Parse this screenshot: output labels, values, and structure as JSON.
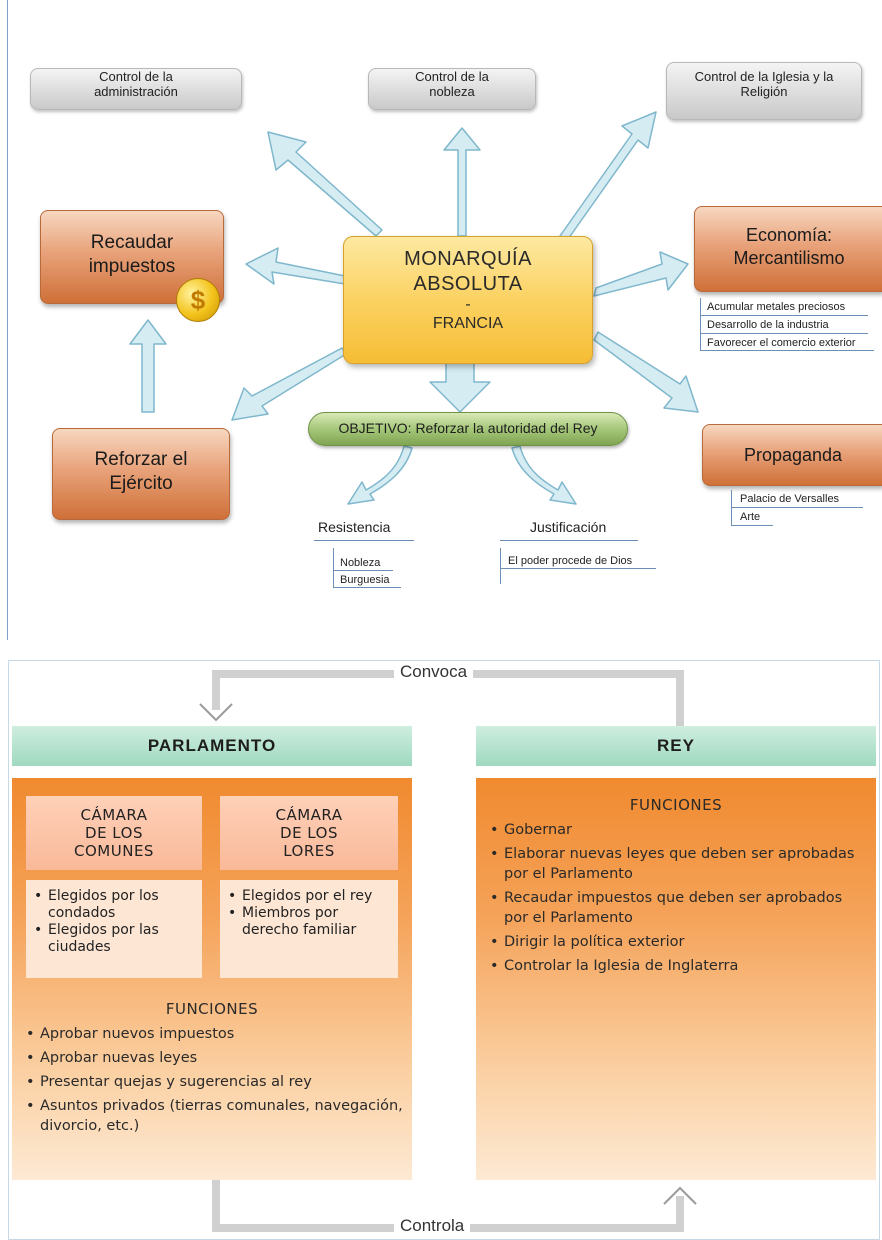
{
  "absolutism": {
    "center": {
      "line1": "MONARQUÍA",
      "line2": "ABSOLUTA",
      "line3": "-",
      "line4": "FRANCIA"
    },
    "controls": {
      "admin_1": "Control de la",
      "admin_2": "administración",
      "nobility_1": "Control de la",
      "nobility_2": "nobleza",
      "church_1": "Control de la Iglesia y la",
      "church_2": "Religión"
    },
    "taxes_1": "Recaudar",
    "taxes_2": "impuestos",
    "coin_symbol": "$",
    "army_1": "Reforzar el",
    "army_2": "Ejército",
    "economy": {
      "title_1": "Economía:",
      "title_2": "Mercantilismo",
      "items": [
        "Acumular metales preciosos",
        "Desarrollo de la industria",
        "Favorecer el comercio exterior"
      ]
    },
    "propaganda": {
      "title": "Propaganda",
      "items": [
        "Palacio de Versalles",
        "Arte"
      ]
    },
    "objective": "OBJETIVO: Reforzar la autoridad del Rey",
    "resistance": {
      "title": "Resistencia",
      "items": [
        "Nobleza",
        "Burguesia"
      ]
    },
    "justification": {
      "title": "Justificación",
      "items": [
        "El poder procede de Dios"
      ]
    }
  },
  "england": {
    "convoca": "Convoca",
    "controla": "Controla",
    "parliament": {
      "header": "PARLAMENTO",
      "commons_1": "CÁMARA",
      "commons_2": "DE LOS",
      "commons_3": "COMUNES",
      "lords_1": "CÁMARA",
      "lords_2": "DE LOS",
      "lords_3": "LORES",
      "commons_items": [
        "Elegidos por los condados",
        "Elegidos por las ciudades"
      ],
      "lords_items": [
        "Elegidos por el rey",
        "Miembros por derecho familiar"
      ],
      "functions_title": "FUNCIONES",
      "functions": [
        "Aprobar nuevos impuestos",
        "Aprobar nuevas leyes",
        "Presentar quejas y sugerencias al rey",
        "Asuntos privados (tierras comunales, navegación, divorcio, etc.)"
      ]
    },
    "king": {
      "header": "REY",
      "functions_title": "FUNCIONES",
      "functions": [
        "Gobernar",
        "Elaborar nuevas leyes que deben ser aprobadas por el Parlamento",
        "Recaudar impuestos que deben ser aprobados por el Parlamento",
        "Dirigir la política exterior",
        "Controlar la Iglesia de Inglaterra"
      ]
    }
  },
  "colors": {
    "arrow_fill": "#d6ecf3",
    "arrow_stroke": "#7fb7cc",
    "header_green": "#9fd9bf",
    "panel_orange": "#f08a2f"
  }
}
